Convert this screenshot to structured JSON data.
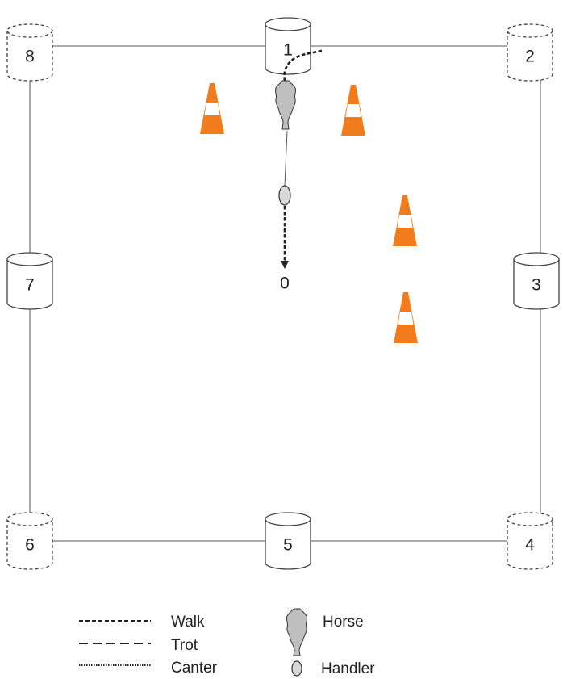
{
  "barrels": [
    {
      "label": "1",
      "style": "solid"
    },
    {
      "label": "2",
      "style": "dashed"
    },
    {
      "label": "3",
      "style": "solid"
    },
    {
      "label": "4",
      "style": "dashed"
    },
    {
      "label": "5",
      "style": "solid"
    },
    {
      "label": "6",
      "style": "dashed"
    },
    {
      "label": "7",
      "style": "solid"
    },
    {
      "label": "8",
      "style": "dashed"
    }
  ],
  "start_label": "0",
  "legend": {
    "walk": "Walk",
    "trot": "Trot",
    "canter": "Canter",
    "horse": "Horse",
    "handler": "Handler"
  },
  "colors": {
    "cone": "#f07c1e",
    "line": "#7a7a7a",
    "path": "#222222",
    "horse_fill": "#bfbfbf"
  }
}
